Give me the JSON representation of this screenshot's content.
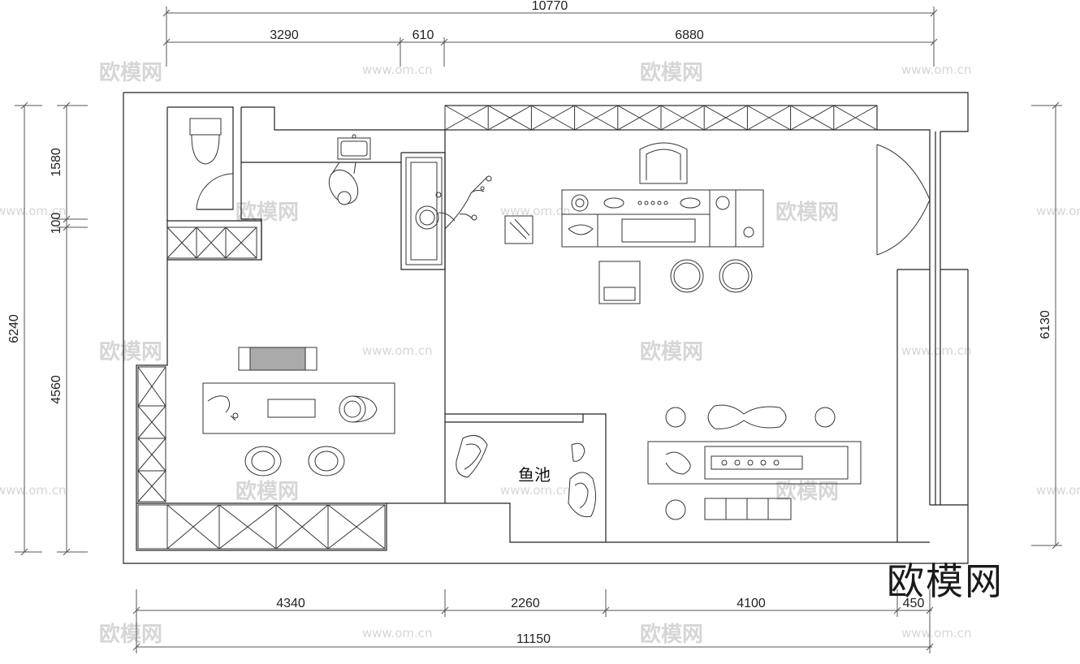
{
  "dimensions": {
    "top_total": "10770",
    "top_segments": [
      "3290",
      "610",
      "6880"
    ],
    "bottom_segments": [
      "4340",
      "2260",
      "4100",
      "450"
    ],
    "bottom_total": "11150",
    "left_total": "6240",
    "left_segments": [
      "1580",
      "100",
      "4560"
    ],
    "right_total": "6130"
  },
  "labels": {
    "fish_pond": "鱼池"
  },
  "watermark": {
    "text": "欧模网",
    "url": "www.om.cn"
  },
  "logo": {
    "text": "欧模网"
  }
}
